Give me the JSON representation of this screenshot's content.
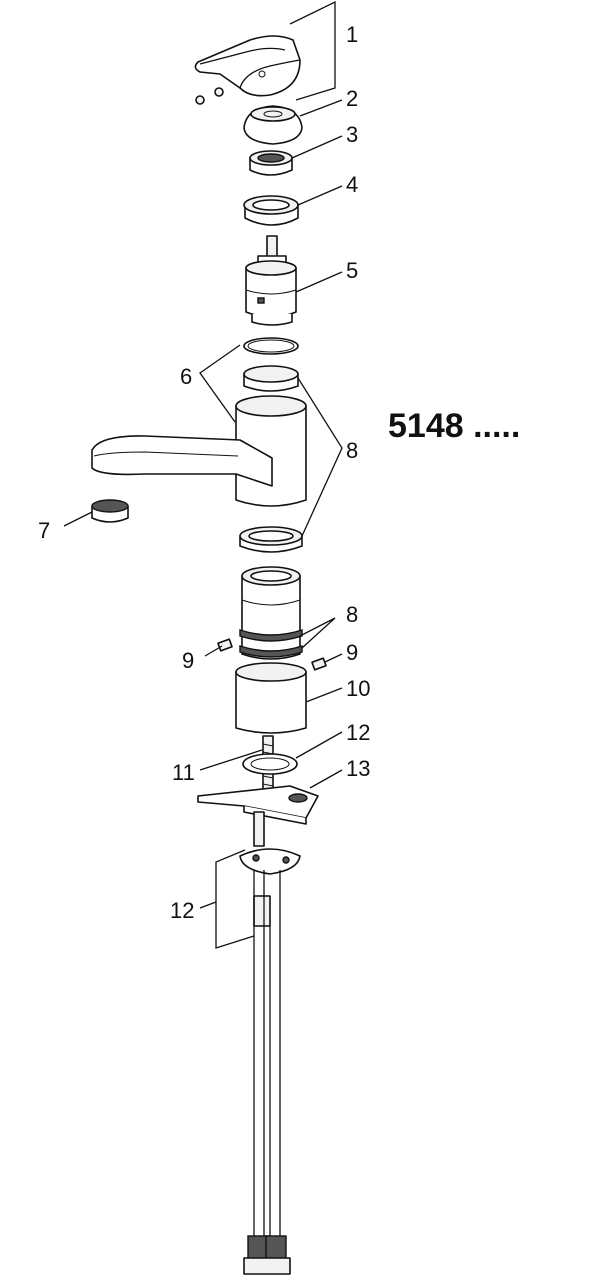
{
  "model_number": "5148 .....",
  "callouts": [
    {
      "id": "c1",
      "label": "1"
    },
    {
      "id": "c2",
      "label": "2"
    },
    {
      "id": "c3",
      "label": "3"
    },
    {
      "id": "c4",
      "label": "4"
    },
    {
      "id": "c5",
      "label": "5"
    },
    {
      "id": "c6",
      "label": "6"
    },
    {
      "id": "c7",
      "label": "7"
    },
    {
      "id": "c8a",
      "label": "8"
    },
    {
      "id": "c8b",
      "label": "8"
    },
    {
      "id": "c9a",
      "label": "9"
    },
    {
      "id": "c9b",
      "label": "9"
    },
    {
      "id": "c10",
      "label": "10"
    },
    {
      "id": "c11",
      "label": "11"
    },
    {
      "id": "c12a",
      "label": "12"
    },
    {
      "id": "c13",
      "label": "13"
    },
    {
      "id": "c12b",
      "label": "12"
    }
  ]
}
